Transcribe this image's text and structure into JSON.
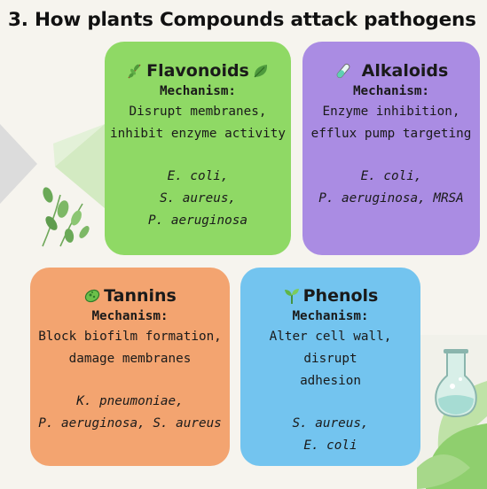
{
  "title": "3. How plants Compounds attack pathogens",
  "cards": [
    {
      "name": "Flavonoids",
      "mechanism_label": "Mechanism:",
      "description": [
        "Disrupt membranes,",
        "inhibit enzyme activity"
      ],
      "pathogens": [
        "E. coli,",
        "S. aureus,",
        "P. aeruginosa"
      ],
      "color": "#8fd965",
      "icons": [
        "herb-icon",
        "leaf-icon"
      ]
    },
    {
      "name": "Alkaloids",
      "mechanism_label": "Mechanism:",
      "description": [
        "Enzyme inhibition,",
        "efflux pump targeting"
      ],
      "pathogens": [
        "E. coli,",
        "P. aeruginosa, MRSA"
      ],
      "color": "#aa8ce3",
      "icons": [
        "test-tube-icon"
      ]
    },
    {
      "name": "Tannins",
      "mechanism_label": "Mechanism:",
      "description": [
        "Block biofilm formation,",
        "damage membranes"
      ],
      "pathogens": [
        "K. pneumoniae,",
        "P. aeruginosa, S. aureus"
      ],
      "color": "#f3a470",
      "icons": [
        "microbe-icon"
      ]
    },
    {
      "name": "Phenols",
      "mechanism_label": "Mechanism:",
      "description": [
        "Alter cell wall, disrupt",
        "adhesion"
      ],
      "pathogens": [
        "S. aureus,",
        "E. coli"
      ],
      "color": "#73c4ef",
      "icons": [
        "seedling-icon"
      ]
    }
  ],
  "decorations": [
    "diamond-shapes",
    "plant-sprig-illustration",
    "flask-with-leaves-illustration"
  ]
}
